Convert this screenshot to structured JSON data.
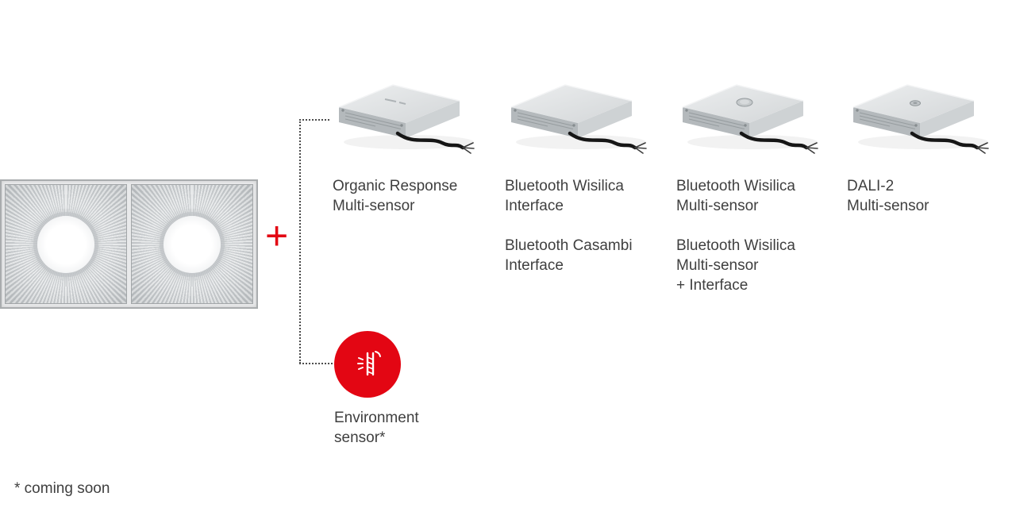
{
  "diagram": {
    "plus_sign": "+",
    "footnote": "* coming soon"
  },
  "sensor_columns": [
    {
      "name": "organic-response-multi-sensor",
      "labels": [
        "Organic Response\nMulti-sensor"
      ]
    },
    {
      "name": "bluetooth-wisilica-interface",
      "labels": [
        "Bluetooth Wisilica\nInterface",
        "Bluetooth Casambi\nInterface"
      ]
    },
    {
      "name": "bluetooth-wisilica-multi-sensor",
      "labels": [
        "Bluetooth Wisilica\nMulti-sensor",
        "Bluetooth Wisilica\nMulti-sensor\n+ Interface"
      ]
    },
    {
      "name": "dali-2-multi-sensor",
      "labels": [
        "DALI-2\nMulti-sensor"
      ]
    }
  ],
  "environment_sensor": {
    "label": "Environment\nsensor*",
    "icon": "environment-sensor-icon"
  },
  "colors": {
    "accent_red": "#e30613",
    "text": "#3f3f3f"
  }
}
